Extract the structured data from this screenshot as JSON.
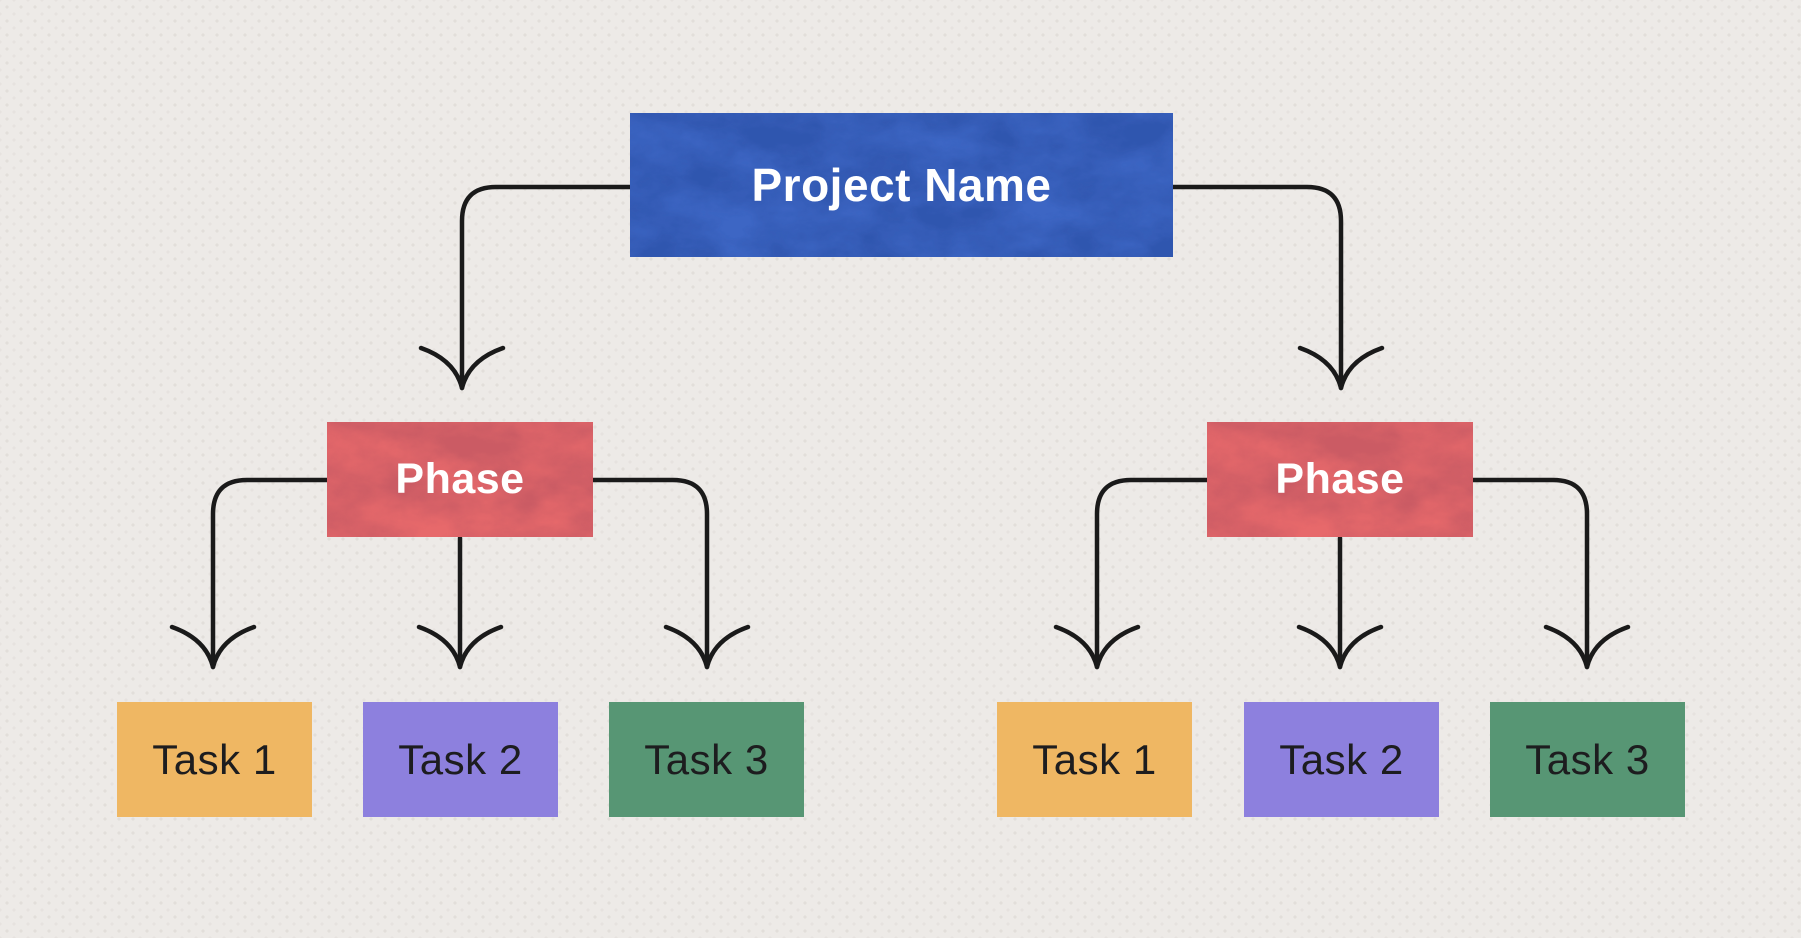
{
  "diagram": {
    "root": {
      "label": "Project Name",
      "color": "#3D66C4",
      "texture_color": "#24479B"
    },
    "branches": [
      {
        "label": "Phase",
        "color": "#E7696B",
        "texture_color": "#B04F5E",
        "tasks": [
          {
            "label": "Task 1",
            "color": "#EFB763"
          },
          {
            "label": "Task 2",
            "color": "#8D80DE"
          },
          {
            "label": "Task 3",
            "color": "#579674"
          }
        ]
      },
      {
        "label": "Phase",
        "color": "#E7696B",
        "texture_color": "#B04F5E",
        "tasks": [
          {
            "label": "Task 1",
            "color": "#EFB763"
          },
          {
            "label": "Task 2",
            "color": "#8D80DE"
          },
          {
            "label": "Task 3",
            "color": "#579674"
          }
        ]
      }
    ]
  },
  "colors": {
    "background": "#EDEAE7",
    "connector": "#1A1A1A",
    "label_light": "#FFFFFF",
    "label_dark": "#1D1D1F"
  }
}
